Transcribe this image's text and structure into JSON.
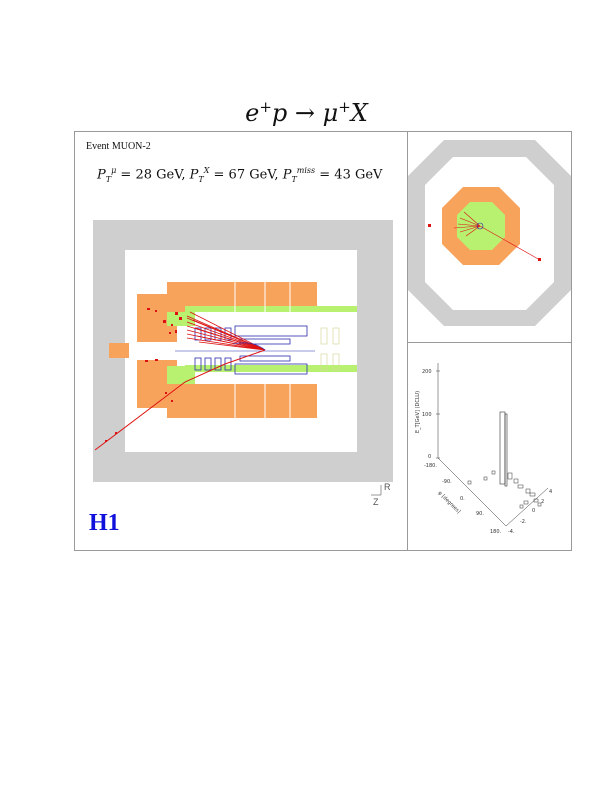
{
  "reaction": {
    "lhs": "e",
    "lhs_sup": "+",
    "lhs2": "p → μ",
    "rhs_sup": "+",
    "rhs": "X"
  },
  "event_label": "Event MUON-2",
  "momenta": {
    "p1": "P",
    "p1_sub": "T",
    "p1_sup": "μ",
    "p1_val": " = 28 GeV, ",
    "p2": "P",
    "p2_sub": "T",
    "p2_sup": "X",
    "p2_val": " = 67 GeV, ",
    "p3": "P",
    "p3_sub": "T",
    "p3_sup": "miss",
    "p3_val": " = 43 GeV"
  },
  "logo": "H1",
  "axis_labels": {
    "r": "R",
    "z": "Z"
  },
  "lego_plot": {
    "y_label": "E_T[GeV] (DCLU)",
    "y_ticks": [
      "200",
      "100",
      "0"
    ],
    "phi_label": "φ [degrees]",
    "phi_ticks": [
      "-180.",
      "-90.",
      "0.",
      "90.",
      "180."
    ],
    "eta_ticks": [
      "-4.",
      "-2.",
      "0",
      "2",
      "4"
    ]
  },
  "colors": {
    "calo_orange": "#f7a35c",
    "calo_green": "#b8f070",
    "steel_gray": "#cfcfcf",
    "track_red": "#dd1111",
    "chamber_blue": "#2c2cb0",
    "logo_blue": "#1010dd"
  }
}
